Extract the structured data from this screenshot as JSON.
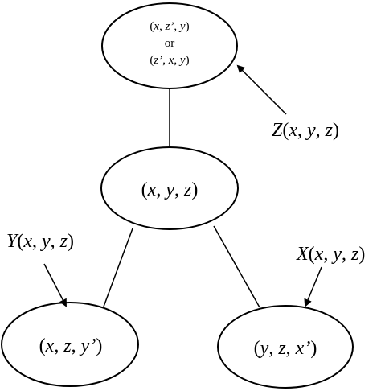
{
  "diagram": {
    "top_node": {
      "line1": [
        "(",
        "x",
        ", ",
        "z’",
        ", ",
        "y",
        ")"
      ],
      "or": "or",
      "line3": [
        "(",
        "z’",
        ", ",
        "x",
        ", ",
        "y",
        ")"
      ]
    },
    "middle_node": [
      "(",
      "x",
      ", ",
      "y",
      ", ",
      "z",
      ")"
    ],
    "left_node": [
      "(",
      "x",
      ", ",
      "z",
      ", ",
      "y’",
      ")"
    ],
    "right_node": [
      "(",
      "y",
      ", ",
      "z",
      ", ",
      "x’",
      ")"
    ],
    "label_z": [
      "Z",
      "(",
      "x",
      ", ",
      "y",
      ", ",
      "z",
      ")"
    ],
    "label_y": [
      "Y",
      "(",
      "x",
      ", ",
      "y",
      ", ",
      "z",
      ")"
    ],
    "label_x": [
      "X",
      "(",
      "x",
      ", ",
      "y",
      ", ",
      "z",
      ")"
    ]
  }
}
